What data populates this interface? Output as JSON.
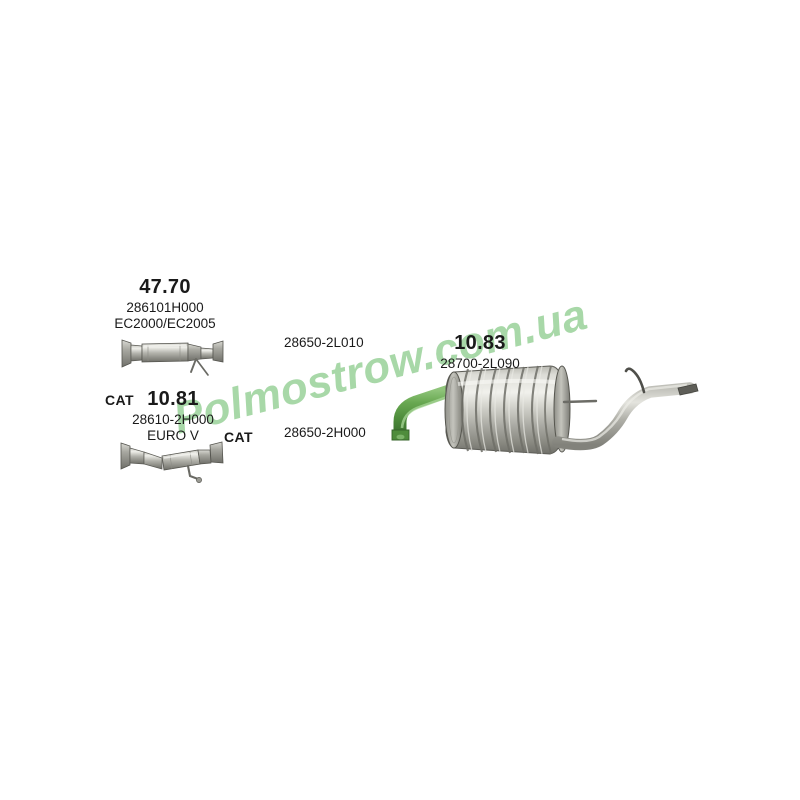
{
  "diagram": {
    "title": "Exhaust system parts diagram",
    "background_color": "#ffffff"
  },
  "watermark": {
    "text": "Polmostrow.com.ua",
    "color": "#a8d8a8"
  },
  "parts": [
    {
      "id": "front-pipe-catalyst",
      "name": "Front pipe with catalytic converter EC2000/EC2005",
      "price": "47.70",
      "code": "286101H000",
      "spec": "EC2000/EC2005",
      "cat_left": "",
      "cat_right": ""
    },
    {
      "id": "front-pipe-euro5",
      "name": "Front pipe with catalytic converter EURO V",
      "price": "10.81",
      "code": "28610-2H000",
      "spec": "EURO V",
      "cat_left": "CAT",
      "cat_right": "CAT"
    },
    {
      "id": "rear-silencer",
      "name": "Rear silencer with tailpipe",
      "price": "10.83",
      "code": "28700-2L090",
      "spec": "",
      "cat_left": "",
      "cat_right": ""
    }
  ],
  "reference_codes": [
    {
      "id": "middle-pipe-2l010",
      "code": "28650-2L010"
    },
    {
      "id": "middle-pipe-2h000",
      "code": "28650-2H000"
    }
  ],
  "colors": {
    "metal_light": "#d7d7d2",
    "metal_mid": "#a9a9a2",
    "metal_dark": "#6e6e68",
    "inlet_green": "#5f9e4a",
    "text": "#1a1a1a",
    "watermark": "#a8d8a8"
  }
}
